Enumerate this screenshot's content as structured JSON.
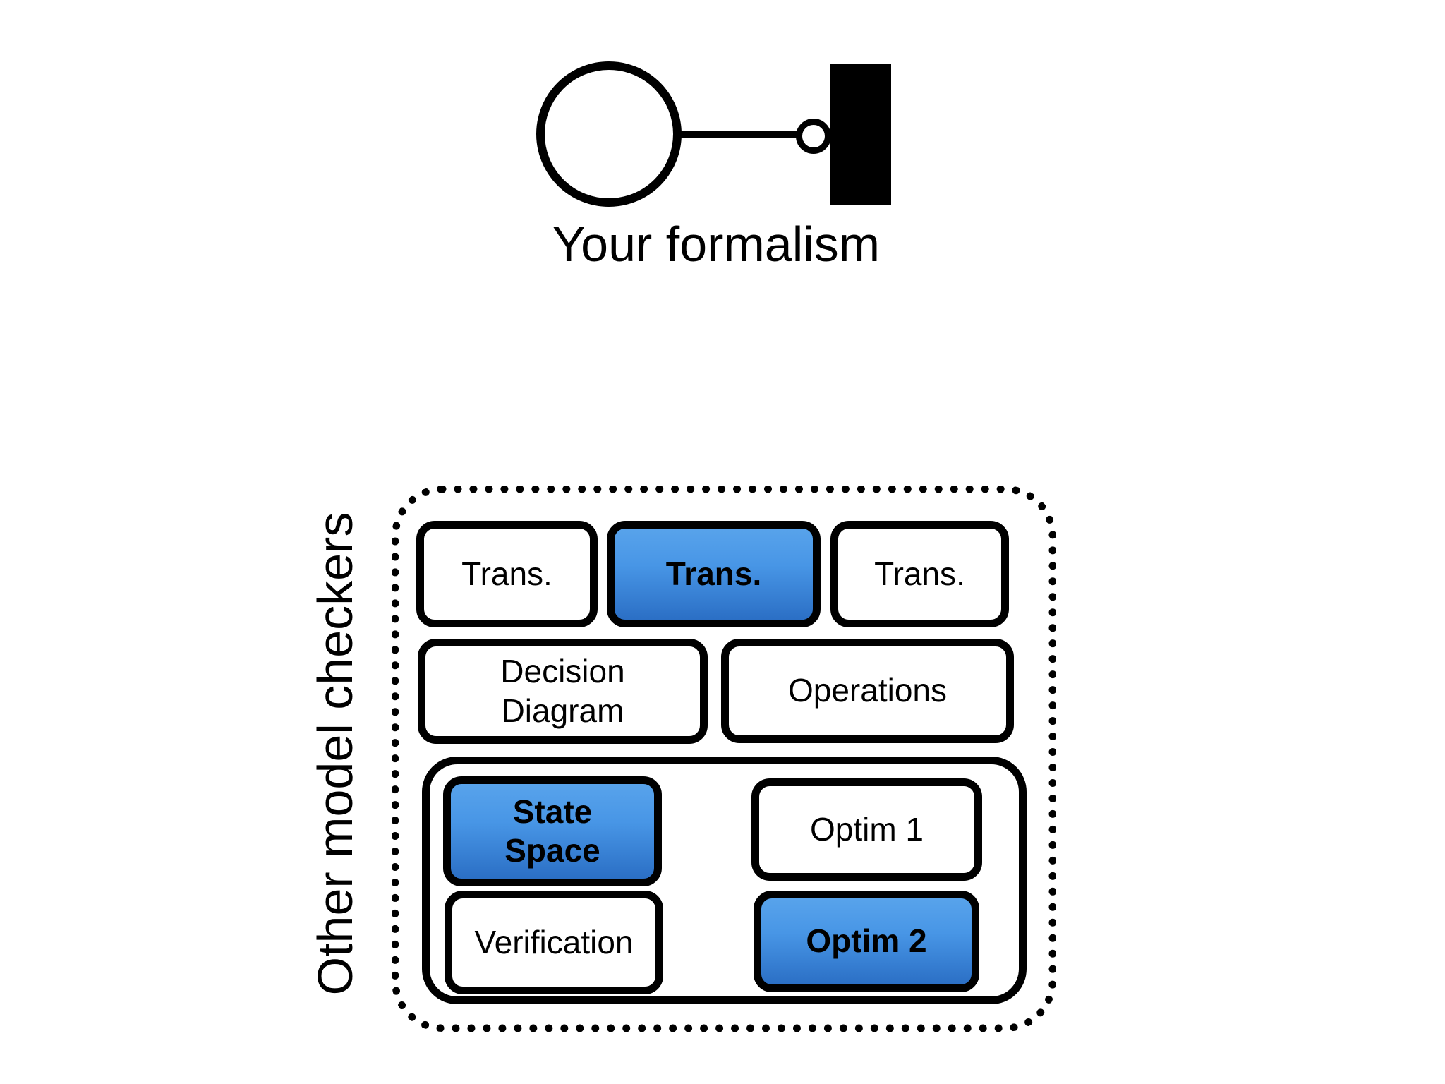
{
  "formalism": {
    "label": "Your formalism"
  },
  "other_checkers": {
    "label": "Other model checkers",
    "row1": {
      "trans_left": "Trans.",
      "trans_center": "Trans.",
      "trans_right": "Trans."
    },
    "row2": {
      "decision_diagram": "Decision Diagram",
      "operations": "Operations"
    },
    "pipeline": {
      "state_space": "State Space",
      "optim1": "Optim 1",
      "verification": "Verification",
      "optim2": "Optim 2"
    }
  },
  "colors": {
    "highlight_gradient_top": "#58A3EB",
    "highlight_gradient_bottom": "#2B6FC5",
    "stroke": "#000000",
    "background": "#FFFFFF"
  }
}
